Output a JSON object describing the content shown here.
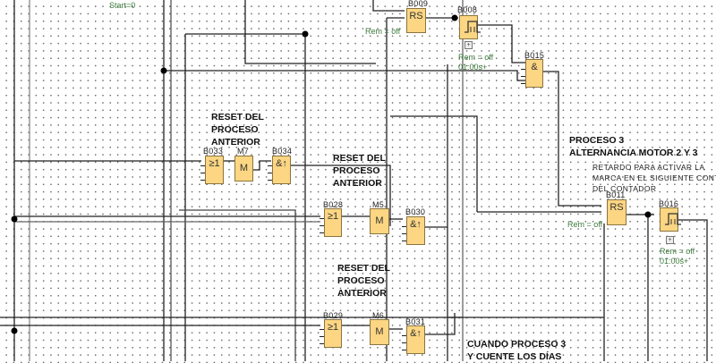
{
  "canvas": {
    "start_label": "Start=0"
  },
  "blocks": [
    {
      "id": "B009",
      "label": "B009",
      "symbol": "RS",
      "type": "RS latch",
      "rem": "Rem = off"
    },
    {
      "id": "B008",
      "label": "B008",
      "symbol": "pulse",
      "type": "Timer",
      "rem": "Rem = off",
      "time": "01:00s+"
    },
    {
      "id": "B015",
      "label": "B015",
      "symbol": "&",
      "type": "AND"
    },
    {
      "id": "B033",
      "label": "B033",
      "symbol": "≥1",
      "type": "OR"
    },
    {
      "id": "M7",
      "label": "M7",
      "symbol": "M",
      "type": "Marker"
    },
    {
      "id": "B034",
      "label": "B034",
      "symbol": "&↑",
      "type": "AND edge"
    },
    {
      "id": "B028",
      "label": "B028",
      "symbol": "≥1",
      "type": "OR"
    },
    {
      "id": "M5",
      "label": "M5",
      "symbol": "M",
      "type": "Marker"
    },
    {
      "id": "B030",
      "label": "B030",
      "symbol": "&↑",
      "type": "AND edge"
    },
    {
      "id": "B011",
      "label": "B011",
      "symbol": "RS",
      "type": "RS latch",
      "rem": "Rem = off"
    },
    {
      "id": "B016",
      "label": "B016",
      "symbol": "pulse",
      "type": "Timer",
      "rem": "Rem = off",
      "time": "01:00s+"
    },
    {
      "id": "B029",
      "label": "B029",
      "symbol": "≥1",
      "type": "OR"
    },
    {
      "id": "M6",
      "label": "M6",
      "symbol": "M",
      "type": "Marker"
    },
    {
      "id": "B031",
      "label": "B031",
      "symbol": "&↑",
      "type": "AND edge"
    }
  ],
  "comments": {
    "reset1": "RESET DEL\nPROCESO\nANTERIOR",
    "reset2": "RESET DEL\nPROCESO\nANTERIOR",
    "reset3": "RESET DEL\nPROCESO\nANTERIOR",
    "proceso3": "PROCESO 3\nALTERNANCIA MOTOR 2 Y 3",
    "retardo": "RETARDO PARA ACTIVAR LA\nMARCA EN EL SIGUIENTE CONTAJE\nDEL CONTADOR",
    "cuando": "CUANDO PROCESO 3\nY CUENTE LOS DÍAS"
  },
  "colors": {
    "block_fill": "#fcd683",
    "wire": "#222222",
    "param_text": "#3b7a3b"
  }
}
